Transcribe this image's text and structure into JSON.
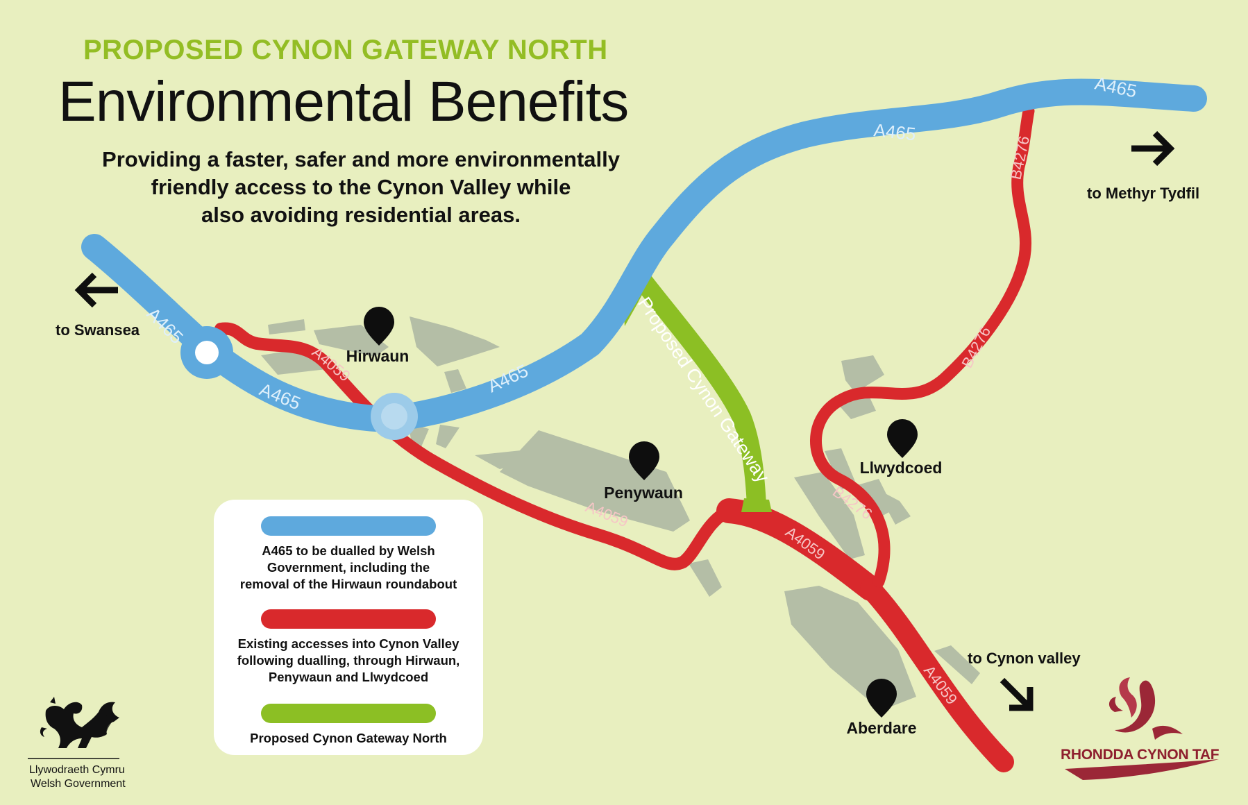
{
  "header": {
    "eyebrow": "PROPOSED CYNON GATEWAY NORTH",
    "title": "Environmental Benefits",
    "subtitle_lines": [
      "Providing a faster, safer and more environmentally",
      "friendly access to the Cynon Valley while",
      "also avoiding residential areas."
    ]
  },
  "colors": {
    "background": "#e8efbf",
    "a465_blue": "#5ea9dd",
    "existing_red": "#d9292c",
    "proposed_green": "#8cbf24",
    "built_up_grey": "#b4bea6",
    "eyebrow_green": "#93bd24",
    "rct_maroon": "#8e1f2e"
  },
  "roads": {
    "a465": "A465",
    "a4059": "A4059",
    "b4276": "B4276",
    "gateway": "Proposed Cynon Gateway"
  },
  "places": {
    "hirwaun": "Hirwaun",
    "penywaun": "Penywaun",
    "llwydcoed": "Llwydcoed",
    "aberdare": "Aberdare"
  },
  "directions": {
    "swansea": "to Swansea",
    "merthyr": "to Methyr Tydfil",
    "cynon_valley": "to Cynon valley"
  },
  "legend": {
    "items": [
      {
        "color_key": "a465_blue",
        "lines": [
          "A465 to be dualled by Welsh",
          "Government, including the",
          "removal of the Hirwaun roundabout"
        ]
      },
      {
        "color_key": "existing_red",
        "lines": [
          "Existing accesses into Cynon Valley",
          "following dualling, through Hirwaun,",
          "Penywaun and Llwydcoed"
        ]
      },
      {
        "color_key": "proposed_green",
        "lines": [
          "Proposed Cynon Gateway North"
        ]
      }
    ]
  },
  "logos": {
    "welsh_government": [
      "Llywodraeth Cymru",
      "Welsh Government"
    ],
    "rhondda": "RHONDDA CYNON TAF"
  }
}
